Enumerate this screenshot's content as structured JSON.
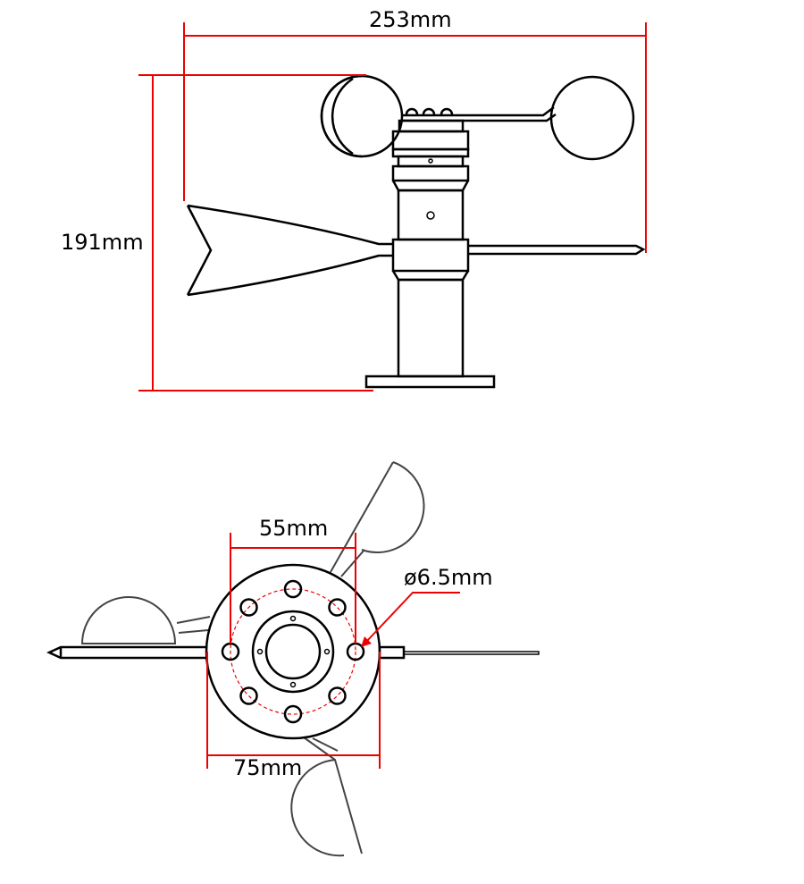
{
  "colors": {
    "dimension": "#e00000",
    "outline": "#000000"
  },
  "side_view": {
    "width_label": "253mm",
    "height_label": "191mm"
  },
  "bottom_view": {
    "bolt_spacing_label": "55mm",
    "hole_diameter_label": "ø6.5mm",
    "flange_diameter_label": "75mm"
  }
}
